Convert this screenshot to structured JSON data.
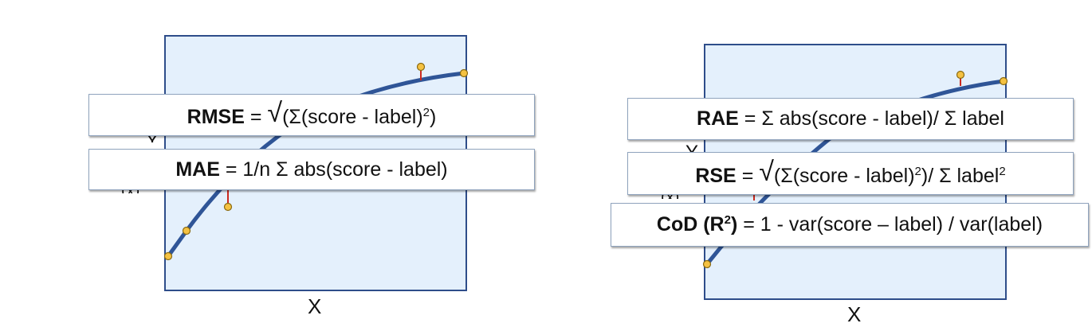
{
  "left_panel": {
    "x_axis_label": "X",
    "y_axis_fragment": "Y",
    "y_axis_fragment2": "(x)",
    "rmse": {
      "name": "RMSE",
      "eq": "=",
      "root": "√",
      "body": "(Σ(score - label)",
      "exp": "2",
      "close": ")"
    },
    "mae": {
      "name": "MAE",
      "body": "= 1/n Σ abs(score - label)"
    }
  },
  "right_panel": {
    "x_axis_label": "X",
    "y_axis_fragment": "Y",
    "y_axis_fragment2": "(x)",
    "rae": {
      "name": "RAE",
      "body": "= Σ abs(score - label)/ Σ label"
    },
    "rse": {
      "name": "RSE",
      "eq": "=",
      "root": "√",
      "body": "(Σ(score - label)",
      "exp": "2",
      "mid": ")/ Σ label",
      "exp2": "2"
    },
    "cod": {
      "name_pre": "CoD (R",
      "name_exp": "2",
      "name_post": ")",
      "body": "= 1 - var(score – label) / var(label)"
    }
  },
  "colors": {
    "plot_fill": "#e4f0fc",
    "plot_border": "#2e4d8a",
    "curve": "#2f5597",
    "point_fill": "#f5c242",
    "point_stroke": "#8a6a10",
    "residual": "#cc2a1f"
  }
}
